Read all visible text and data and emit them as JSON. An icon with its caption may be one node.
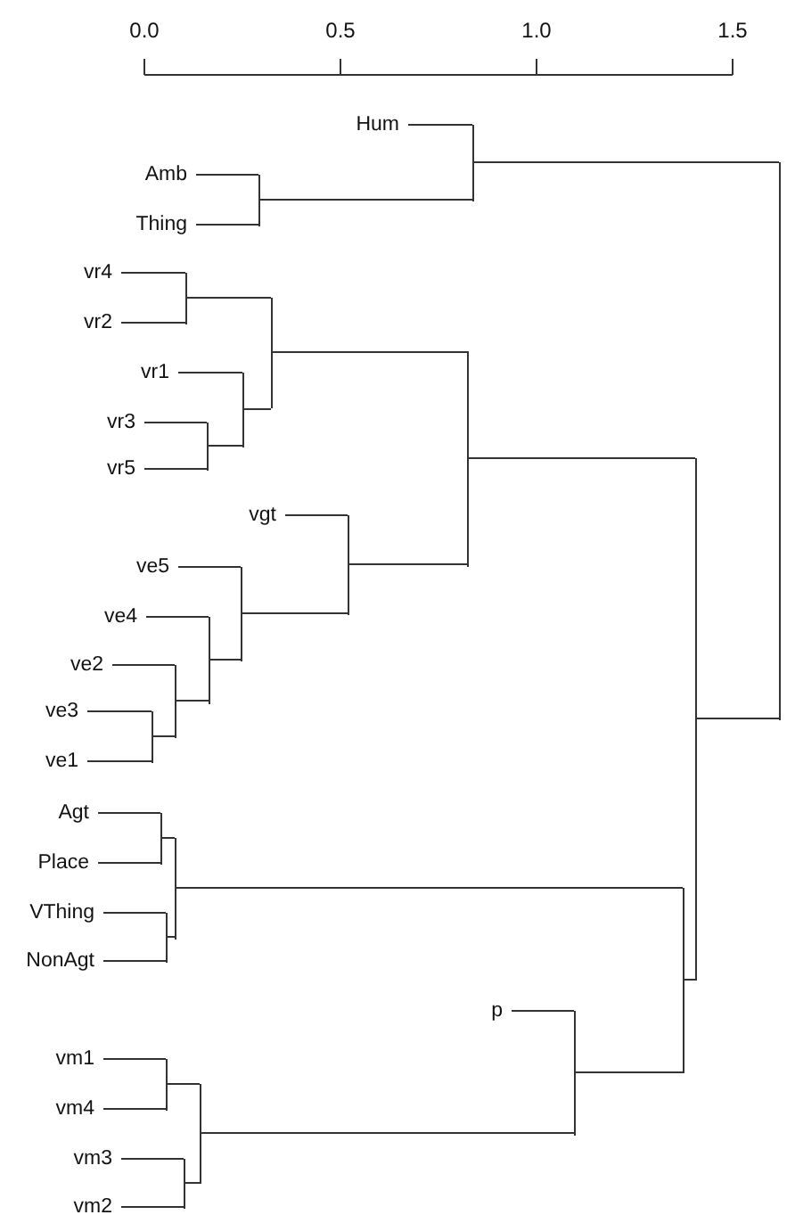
{
  "diagram": {
    "nodes": [
      {
        "text": [
          "Hum"
        ]
      },
      {
        "text": [
          "Amb"
        ]
      },
      {
        "text": [
          "Thing"
        ]
      },
      {
        "text": [
          "vr4"
        ]
      },
      {
        "text": [
          "vr2"
        ]
      },
      {
        "text": [
          "vr1"
        ]
      },
      {
        "text": [
          "vr3"
        ]
      },
      {
        "text": [
          "vr5"
        ]
      },
      {
        "text": [
          "vgt"
        ]
      },
      {
        "text": [
          "ve5"
        ]
      },
      {
        "text": [
          "ve4"
        ]
      },
      {
        "text": [
          "ve2"
        ]
      },
      {
        "text": [
          "ve3"
        ]
      },
      {
        "text": [
          "ve1"
        ]
      },
      {
        "text": [
          "Agt"
        ]
      },
      {
        "text": [
          "Place"
        ]
      },
      {
        "text": [
          "VThing"
        ]
      },
      {
        "text": [
          "NonAgt"
        ]
      },
      {
        "text": [
          "p"
        ]
      },
      {
        "text": [
          "vm1"
        ]
      },
      {
        "text": [
          "vm4"
        ]
      },
      {
        "text": [
          "vm3"
        ]
      },
      {
        "text": [
          "vm2"
        ]
      },
      {
        "text": [],
        "shape": "bar"
      },
      {
        "text": [],
        "shape": "bar"
      },
      {
        "text": [],
        "shape": "bar"
      },
      {
        "text": [],
        "shape": "bar"
      },
      {
        "text": [],
        "shape": "bar"
      },
      {
        "text": [],
        "shape": "bar"
      },
      {
        "text": [],
        "shape": "bar"
      },
      {
        "text": [],
        "shape": "bar"
      },
      {
        "text": [],
        "shape": "bar"
      },
      {
        "text": [],
        "shape": "bar"
      },
      {
        "text": [],
        "shape": "bar"
      },
      {
        "text": [],
        "shape": "bar"
      },
      {
        "text": [],
        "shape": "bar"
      },
      {
        "text": [],
        "shape": "bar"
      },
      {
        "text": [],
        "shape": "bar"
      },
      {
        "text": [],
        "shape": "bar"
      },
      {
        "text": [],
        "shape": "bar"
      },
      {
        "text": [],
        "shape": "bar"
      },
      {
        "text": [],
        "shape": "bar"
      },
      {
        "text": [],
        "shape": "bar"
      },
      {
        "text": [],
        "shape": "bar"
      },
      {
        "text": [],
        "shape": "bar"
      }
    ],
    "edges": [
      {
        "from": 0,
        "to": 23,
        "arrow": "none"
      },
      {
        "from": 1,
        "to": 24,
        "arrow": "none"
      },
      {
        "from": 2,
        "to": 24,
        "arrow": "none"
      },
      {
        "from": 24,
        "to": 23,
        "arrow": "none"
      },
      {
        "from": 23,
        "to": 25,
        "arrow": "none"
      },
      {
        "from": 3,
        "to": 26,
        "arrow": "none"
      },
      {
        "from": 4,
        "to": 26,
        "arrow": "none"
      },
      {
        "from": 26,
        "to": 27,
        "arrow": "none"
      },
      {
        "from": 5,
        "to": 28,
        "arrow": "none"
      },
      {
        "from": 6,
        "to": 29,
        "arrow": "none"
      },
      {
        "from": 7,
        "to": 29,
        "arrow": "none"
      },
      {
        "from": 29,
        "to": 28,
        "arrow": "none"
      },
      {
        "from": 28,
        "to": 27,
        "arrow": "none"
      },
      {
        "from": 27,
        "to": 30,
        "arrow": "none"
      },
      {
        "from": 8,
        "to": 32,
        "arrow": "none"
      },
      {
        "from": 9,
        "to": 33,
        "arrow": "none"
      },
      {
        "from": 10,
        "to": 34,
        "arrow": "none"
      },
      {
        "from": 11,
        "to": 35,
        "arrow": "none"
      },
      {
        "from": 12,
        "to": 36,
        "arrow": "none"
      },
      {
        "from": 13,
        "to": 36,
        "arrow": "none"
      },
      {
        "from": 36,
        "to": 35,
        "arrow": "none"
      },
      {
        "from": 35,
        "to": 34,
        "arrow": "none"
      },
      {
        "from": 34,
        "to": 33,
        "arrow": "none"
      },
      {
        "from": 33,
        "to": 32,
        "arrow": "none"
      },
      {
        "from": 32,
        "to": 30,
        "arrow": "none"
      },
      {
        "from": 30,
        "to": 31,
        "arrow": "none"
      },
      {
        "from": 14,
        "to": 37,
        "arrow": "none"
      },
      {
        "from": 15,
        "to": 37,
        "arrow": "none"
      },
      {
        "from": 37,
        "to": 38,
        "arrow": "none"
      },
      {
        "from": 16,
        "to": 40,
        "arrow": "none"
      },
      {
        "from": 17,
        "to": 40,
        "arrow": "none"
      },
      {
        "from": 40,
        "to": 38,
        "arrow": "none"
      },
      {
        "from": 38,
        "to": 39,
        "arrow": "none"
      },
      {
        "from": 18,
        "to": 41,
        "arrow": "none"
      },
      {
        "from": 19,
        "to": 42,
        "arrow": "none"
      },
      {
        "from": 20,
        "to": 42,
        "arrow": "none"
      },
      {
        "from": 21,
        "to": 44,
        "arrow": "none"
      },
      {
        "from": 22,
        "to": 44,
        "arrow": "none"
      },
      {
        "from": 42,
        "to": 43,
        "arrow": "none"
      },
      {
        "from": 44,
        "to": 43,
        "arrow": "none"
      },
      {
        "from": 43,
        "to": 41,
        "arrow": "none"
      },
      {
        "from": 41,
        "to": 39,
        "arrow": "none"
      },
      {
        "from": 39,
        "to": 31,
        "arrow": "none"
      },
      {
        "from": 31,
        "to": 25,
        "arrow": "none"
      }
    ],
    "labels": [
      "0.0",
      "0.5",
      "1.0",
      "1.5"
    ]
  }
}
